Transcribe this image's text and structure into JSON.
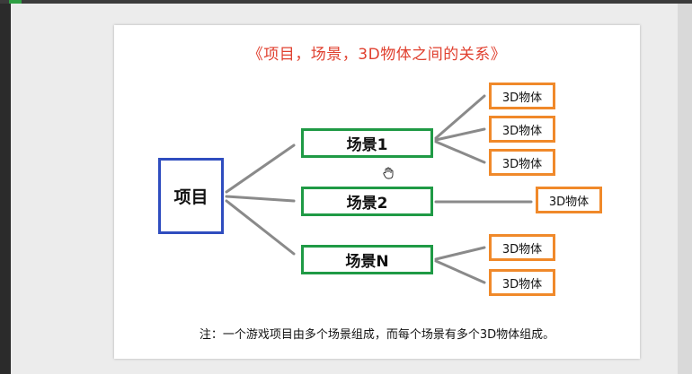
{
  "slide": {
    "title": "《项目，场景，3D物体之间的关系》",
    "note": "注：一个游戏项目由多个场景组成，而每个场景有多个3D物体组成。"
  },
  "diagram": {
    "root": {
      "label": "项目"
    },
    "scenes": [
      {
        "label": "场景1",
        "objects": [
          "3D物体",
          "3D物体",
          "3D物体"
        ]
      },
      {
        "label": "场景2",
        "objects": [
          "3D物体"
        ]
      },
      {
        "label": "场景N",
        "objects": [
          "3D物体",
          "3D物体"
        ]
      }
    ]
  },
  "colors": {
    "title": "#e0402f",
    "root_border": "#2f4dbf",
    "scene_border": "#1f9a45",
    "object_border": "#f0892a",
    "connector": "#8a8a8a"
  },
  "icons": [
    "hand-cursor-icon"
  ]
}
